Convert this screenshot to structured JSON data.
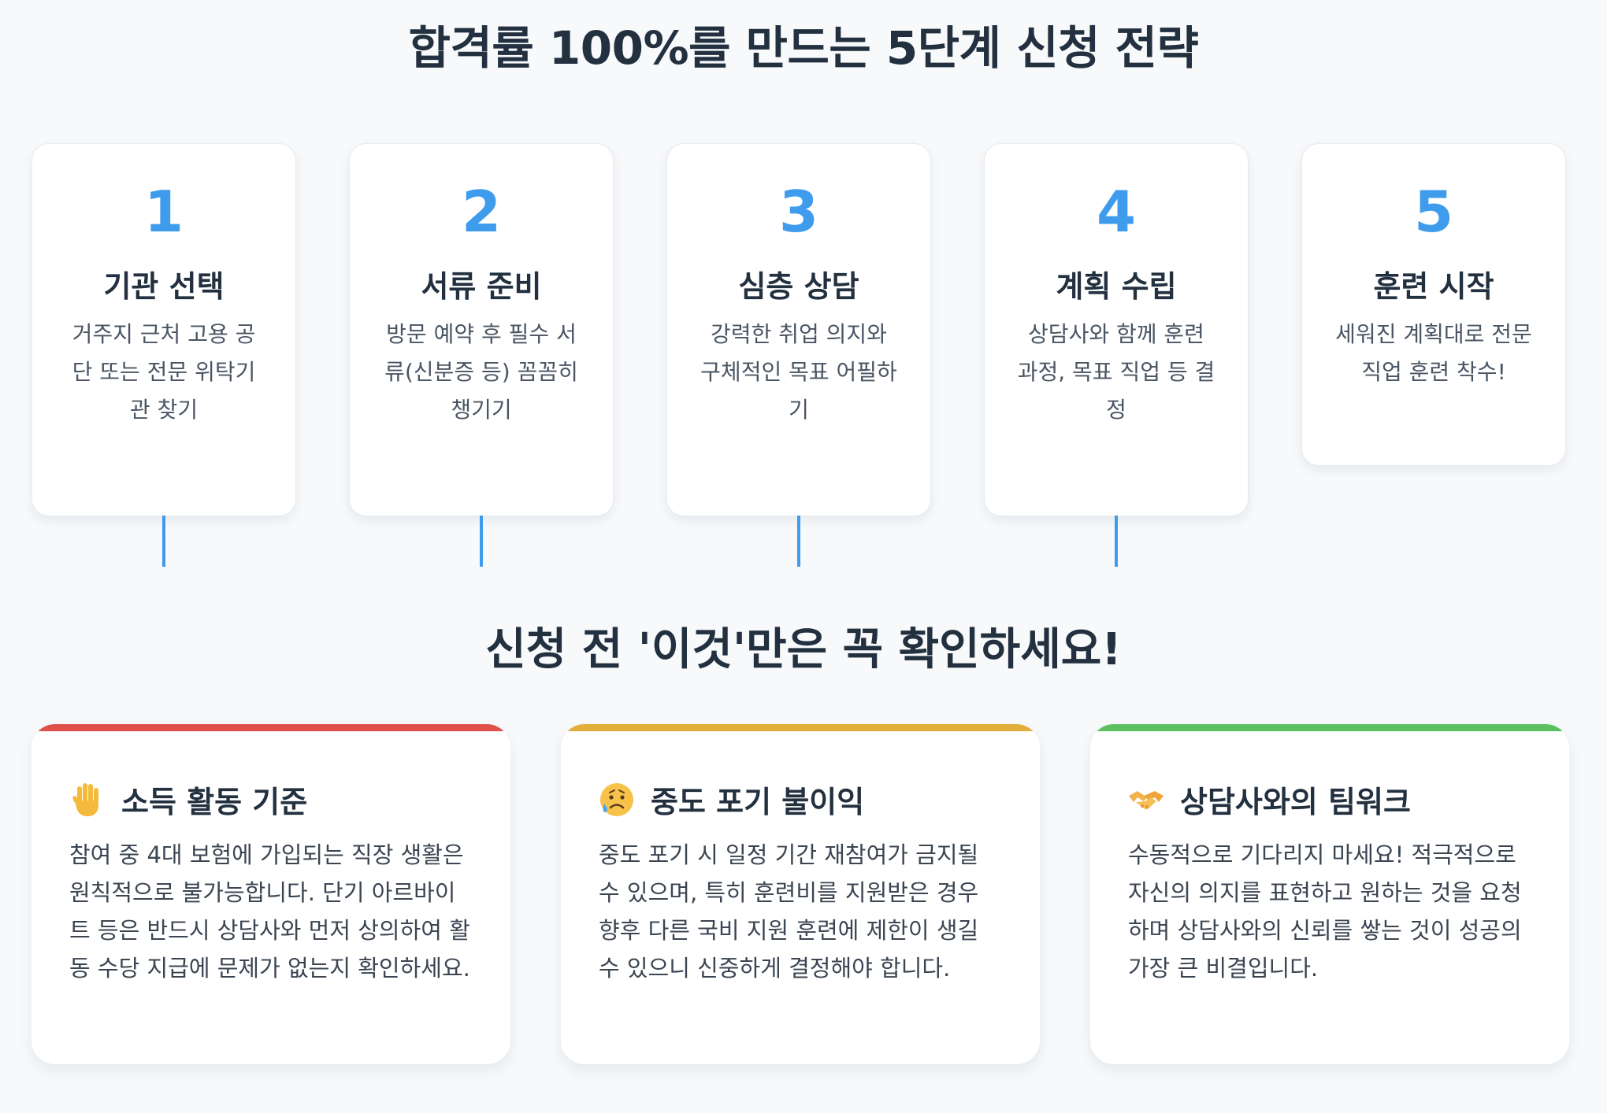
{
  "title": "합격률 100%를 만드는 5단계 신청 전략",
  "steps": [
    {
      "number": "1",
      "name": "기관 선택",
      "desc": "거주지 근처 고용 공단 또는 전문 위탁기관 찾기"
    },
    {
      "number": "2",
      "name": "서류 준비",
      "desc": "방문 예약 후 필수 서류(신분증 등) 꼼꼼히 챙기기"
    },
    {
      "number": "3",
      "name": "심층 상담",
      "desc": "강력한 취업 의지와 구체적인 목표 어필하기"
    },
    {
      "number": "4",
      "name": "계획 수립",
      "desc": "상담사와 함께 훈련 과정, 목표 직업 등 결정"
    },
    {
      "number": "5",
      "name": "훈련 시작",
      "desc": "세워진 계획대로 전문 직업 훈련 착수!"
    }
  ],
  "subtitle": "신청 전 '이것'만은 꼭 확인하세요!",
  "checks": [
    {
      "icon": "raised-hand-icon",
      "accent": "#e0504a",
      "title": "소득 활동 기준",
      "body": "참여 중 4대 보험에 가입되는 직장 생활은 원칙적으로 불가능합니다. 단기 아르바이트 등은 반드시 상담사와 먼저 상의하여 활동 수당 지급에 문제가 없는지 확인하세요."
    },
    {
      "icon": "sad-face-icon",
      "accent": "#e2ae3a",
      "title": "중도 포기 불이익",
      "body": "중도 포기 시 일정 기간 재참여가 금지될 수 있으며, 특히 훈련비를 지원받은 경우 향후 다른 국비 지원 훈련에 제한이 생길 수 있으니 신중하게 결정해야 합니다."
    },
    {
      "icon": "handshake-icon",
      "accent": "#5cc060",
      "title": "상담사와의 팀워크",
      "body": "수동적으로 기다리지 마세요! 적극적으로 자신의 의지를 표현하고 원하는 것을 요청하며 상담사와의 신뢰를 쌓는 것이 성공의 가장 큰 비결입니다."
    }
  ],
  "colors": {
    "step_accent": "#3f9bec",
    "heading": "#22303f",
    "background": "#f7f9fb"
  }
}
